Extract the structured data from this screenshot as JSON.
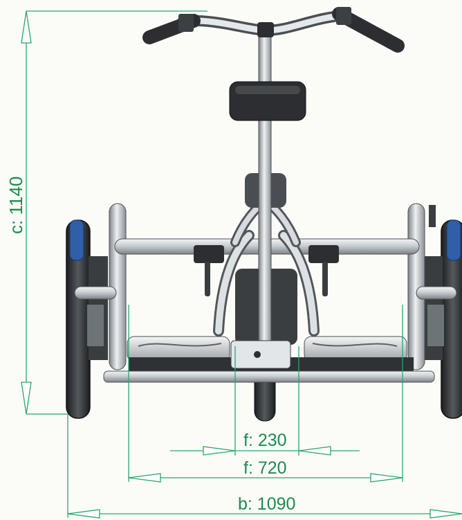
{
  "dimensions": {
    "c_label": "c: 1140",
    "f_inner_label": "f: 230",
    "f_outer_label": "f: 720",
    "b_label": "b: 1090"
  },
  "colors": {
    "dimension_line": "#2aa56b",
    "frame_light": "#d9dde0",
    "frame_dark": "#555a5e",
    "tire": "#2b2d30",
    "rim_blue": "#2f5fa8",
    "background": "#fbfcf8"
  }
}
